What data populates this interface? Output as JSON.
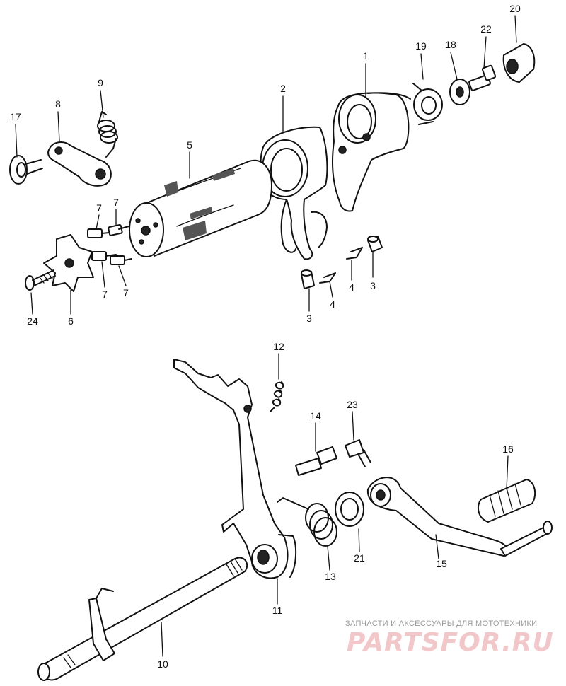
{
  "diagram": {
    "part_labels": {
      "p1": "1",
      "p2": "2",
      "p3a": "3",
      "p3b": "3",
      "p4a": "4",
      "p4b": "4",
      "p5": "5",
      "p6": "6",
      "p7a": "7",
      "p7b": "7",
      "p7c": "7",
      "p7d": "7",
      "p8": "8",
      "p9": "9",
      "p10": "10",
      "p11": "11",
      "p12": "12",
      "p13": "13",
      "p14": "14",
      "p15": "15",
      "p16": "16",
      "p17": "17",
      "p18": "18",
      "p19": "19",
      "p20": "20",
      "p21": "21",
      "p22": "22",
      "p23": "23",
      "p24": "24"
    }
  },
  "watermark": {
    "tagline": "ЗАПЧАСТИ И АКСЕССУАРЫ ДЛЯ МОТОТЕХНИКИ",
    "logo_text": "PARTSFOR.RU"
  },
  "colors": {
    "line": "#111111",
    "background": "#ffffff",
    "watermark_text": "#9a9a9a",
    "watermark_logo": "#f2c7c9"
  }
}
